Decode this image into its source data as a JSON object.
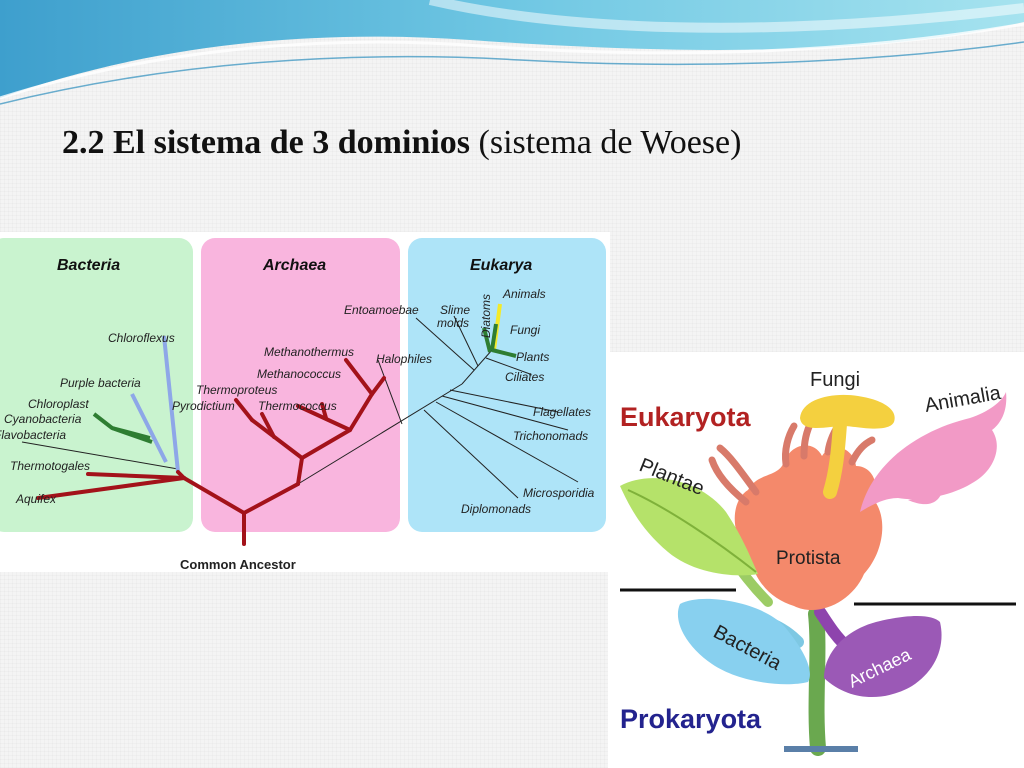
{
  "slide": {
    "title_bold": "2.2 El sistema de 3 dominios",
    "title_rest": " (sistema de Woese)"
  },
  "tree": {
    "domains": {
      "bacteria": "Bacteria",
      "archaea": "Archaea",
      "eukarya": "Eukarya"
    },
    "root": "Common Ancestor",
    "bacteria_taxa": [
      "Chloroflexus",
      "Purple bacteria",
      "Chloroplast",
      "Cyanobacteria",
      "Flavobacteria",
      "Thermotogales",
      "Aquifex"
    ],
    "archaea_taxa": [
      "Methanothermus",
      "Methanococcus",
      "Thermoproteus",
      "Pyrodictium",
      "Thermococcus",
      "Halophiles"
    ],
    "eukarya_taxa": [
      "Entoamoebae",
      "Slime",
      "molds",
      "Diatoms",
      "Animals",
      "Fungi",
      "Plants",
      "Ciliates",
      "Flagellates",
      "Trichonomads",
      "Microsporidia",
      "Diplomonads"
    ],
    "colors": {
      "bacteria_box": "#c9f3cf",
      "archaea_box": "#f9b5de",
      "eukarya_box": "#aee4f8",
      "trunk": "#a3121a",
      "chloroflexus": "#8ea7e8",
      "cyano": "#2e7d32",
      "animals": "#f3ea2a"
    }
  },
  "plant": {
    "labels": {
      "fungi": "Fungi",
      "animalia": "Animalia",
      "eukaryota": "Eukaryota",
      "plantae": "Plantae",
      "protista": "Protista",
      "bacteria": "Bacteria",
      "archaea": "Archaea",
      "prokaryota": "Prokaryota"
    },
    "colors": {
      "eukaryota": "#b22222",
      "prokaryota": "#23238e"
    }
  }
}
